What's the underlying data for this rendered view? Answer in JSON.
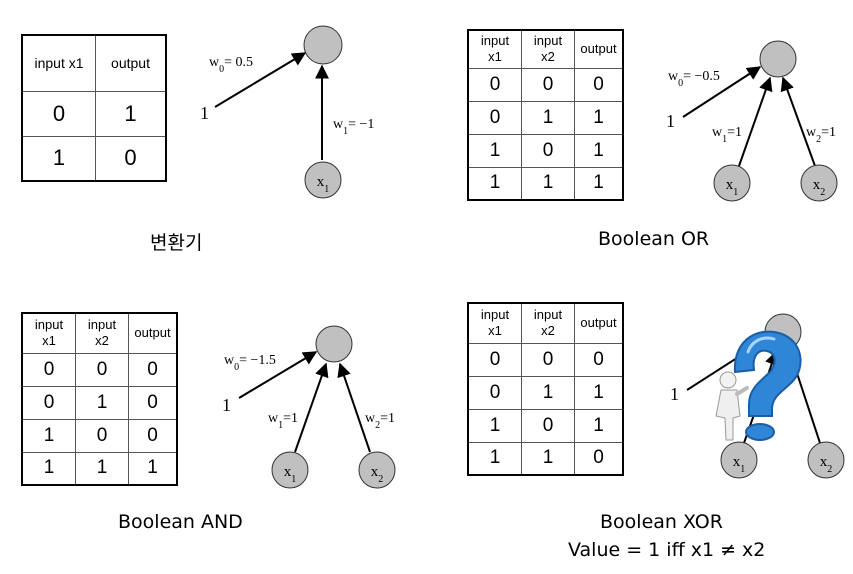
{
  "panels": {
    "converter": {
      "caption": "변환기",
      "headers": [
        "input x1",
        "output"
      ],
      "rows": [
        [
          "0",
          "1"
        ],
        [
          "1",
          "0"
        ]
      ],
      "w0_label": "w0= 0.5",
      "w1_label": "w1= −1",
      "bias_input": "1",
      "node_x1": "x1"
    },
    "or": {
      "caption": "Boolean OR",
      "headers": [
        "input\nx1",
        "input\nx2",
        "output"
      ],
      "rows": [
        [
          "0",
          "0",
          "0"
        ],
        [
          "0",
          "1",
          "1"
        ],
        [
          "1",
          "0",
          "1"
        ],
        [
          "1",
          "1",
          "1"
        ]
      ],
      "w0_label": "w0= −0.5",
      "w1_label": "w1=1",
      "w2_label": "w2=1",
      "bias_input": "1",
      "node_x1": "x1",
      "node_x2": "x2"
    },
    "and": {
      "caption": "Boolean AND",
      "headers": [
        "input\nx1",
        "input\nx2",
        "output"
      ],
      "rows": [
        [
          "0",
          "0",
          "0"
        ],
        [
          "0",
          "1",
          "0"
        ],
        [
          "1",
          "0",
          "0"
        ],
        [
          "1",
          "1",
          "1"
        ]
      ],
      "w0_label": "w0= −1.5",
      "w1_label": "w1=1",
      "w2_label": "w2=1",
      "bias_input": "1",
      "node_x1": "x1",
      "node_x2": "x2"
    },
    "xor": {
      "caption": "Boolean XOR",
      "subcaption": "Value = 1 iff x1 ≠ x2",
      "headers": [
        "input\nx1",
        "input\nx2",
        "output"
      ],
      "rows": [
        [
          "0",
          "0",
          "0"
        ],
        [
          "0",
          "1",
          "1"
        ],
        [
          "1",
          "0",
          "1"
        ],
        [
          "1",
          "1",
          "0"
        ]
      ],
      "bias_input": "1",
      "node_x1": "x1",
      "node_x2": "x2",
      "question_icon": "question-mark-figure-icon"
    }
  },
  "colors": {
    "node_fill": "#c0c0c0",
    "question_blue": "#2f86d6"
  }
}
